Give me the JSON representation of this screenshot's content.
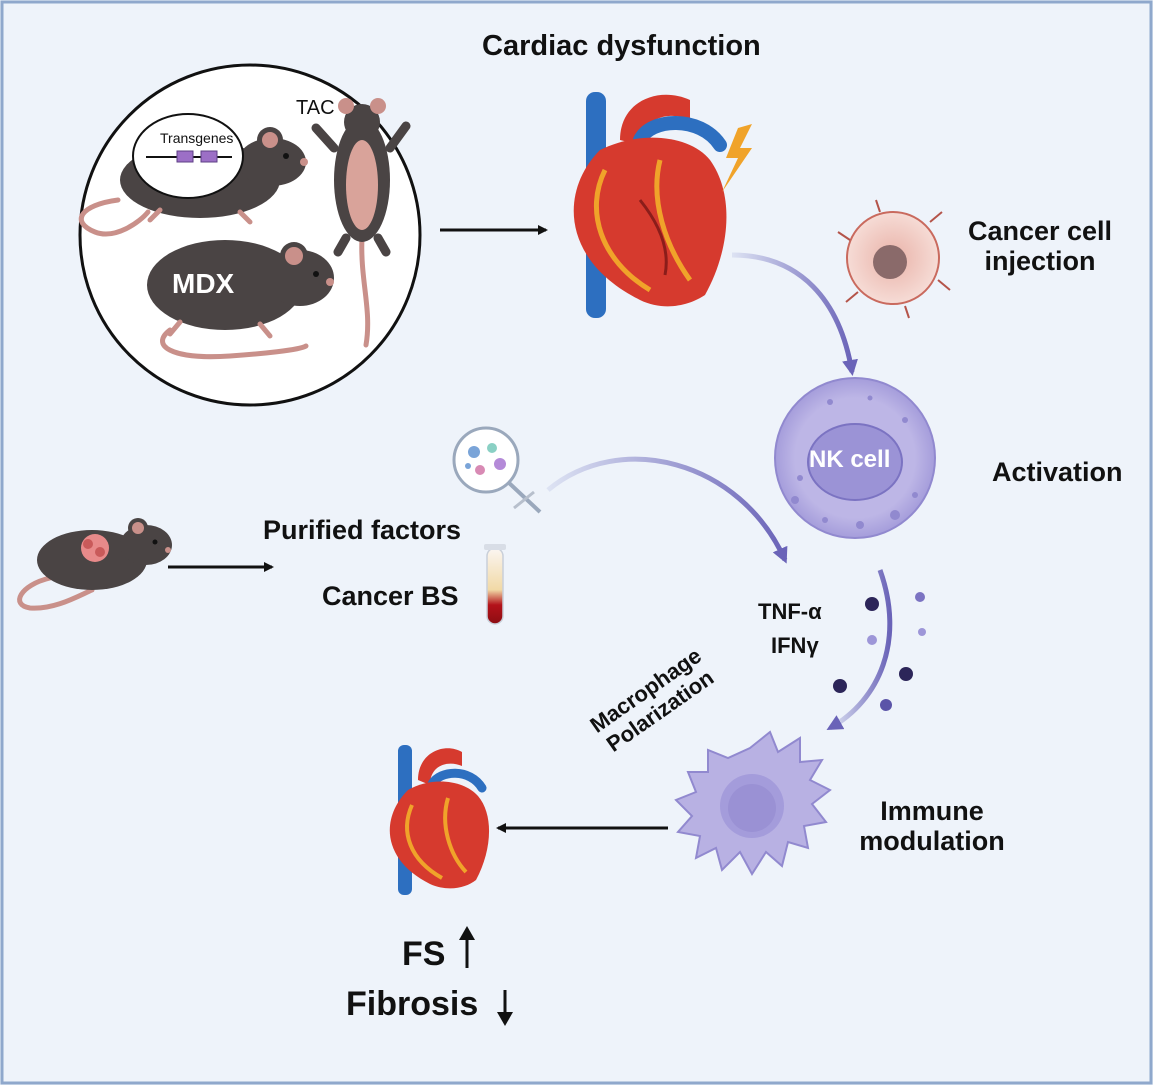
{
  "title": "Cardiac dysfunction",
  "models": {
    "transgenes": "Transgenes",
    "tac": "TAC",
    "mdx": "MDX"
  },
  "cancer_injection": {
    "line1": "Cancer cell",
    "line2": "injection"
  },
  "nk_cell": "NK cell",
  "activation": "Activation",
  "purified_factors": "Purified factors",
  "cancer_bs": "Cancer BS",
  "cytokines": {
    "tnf": "TNF-α",
    "ifn": "IFNγ"
  },
  "macrophage": {
    "line1": "Macrophage",
    "line2": "Polarization"
  },
  "immune": {
    "line1": "Immune",
    "line2": "modulation"
  },
  "outcome": {
    "fs": "FS",
    "fibrosis": "Fibrosis"
  },
  "colors": {
    "background": "#eef3fa",
    "border": "#8fa8cc",
    "mouse": "#4a4444",
    "heart_red": "#d63a2e",
    "vessel_blue": "#2d6fc0",
    "cell_purple": "#b8b1e3",
    "arrow_purple": "#6a63b8"
  }
}
